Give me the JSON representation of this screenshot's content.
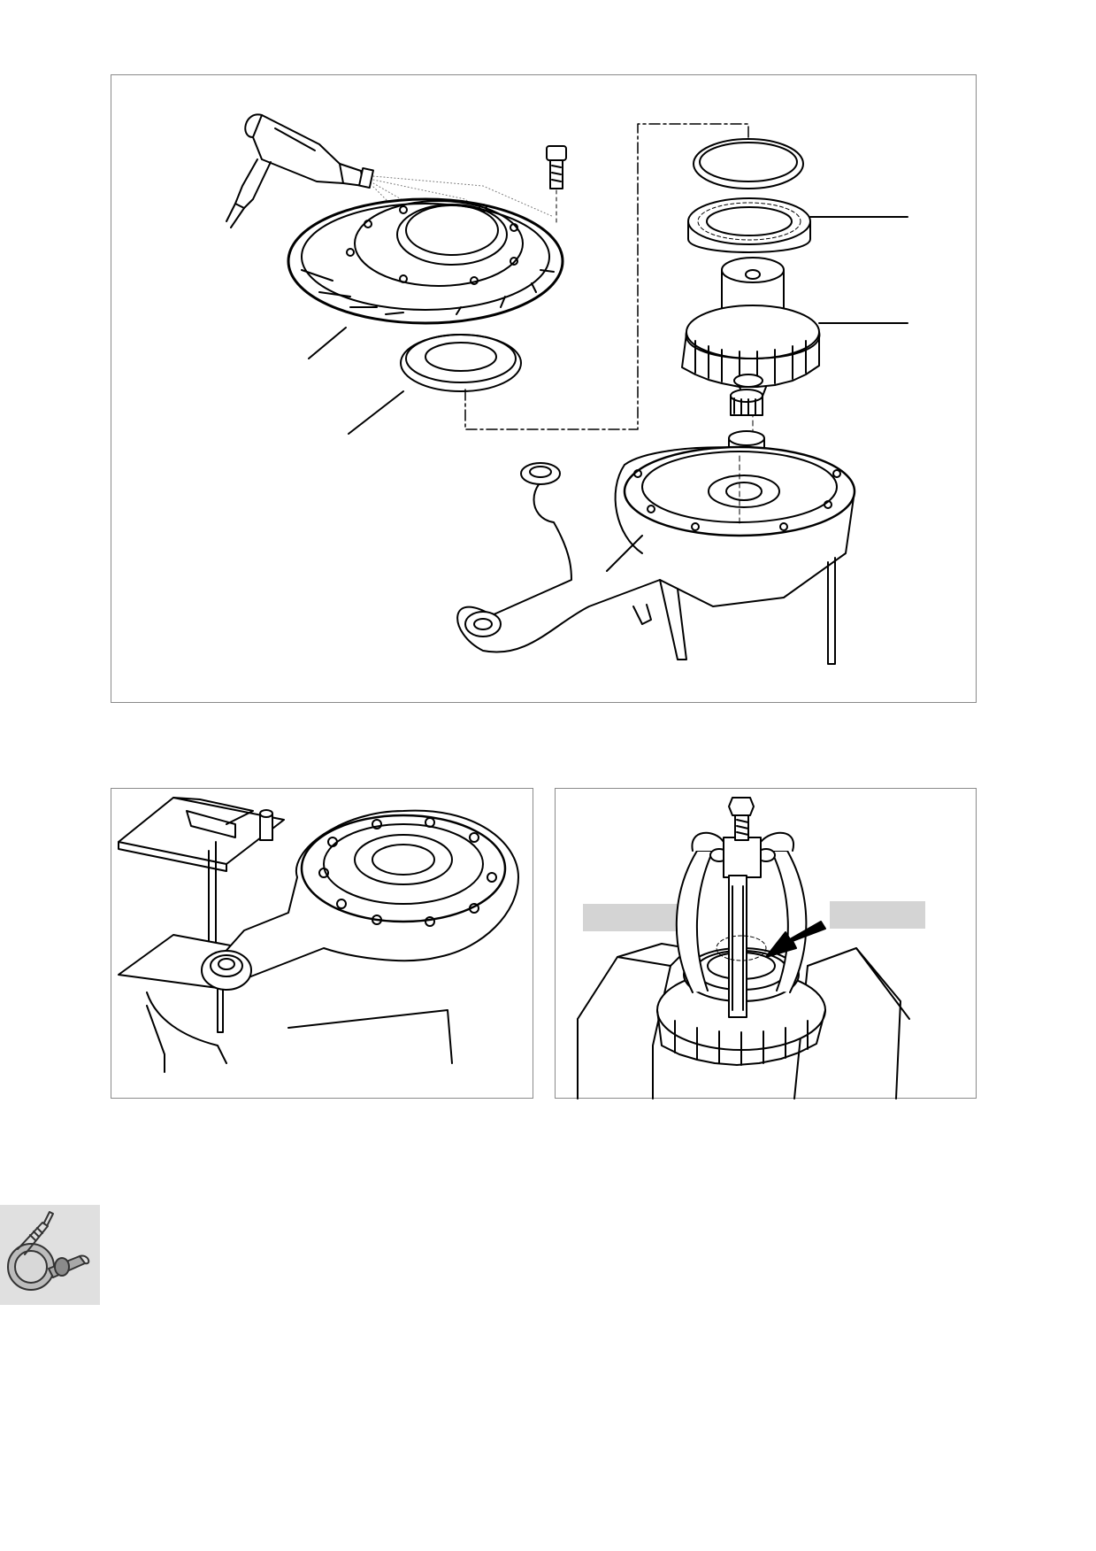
{
  "page": {
    "figures": [
      {
        "id": "exploded-view",
        "description_visible": false
      },
      {
        "id": "fixture-view",
        "description_visible": false
      },
      {
        "id": "puller-view",
        "description_visible": false
      }
    ],
    "side_tab": {
      "icon": "repair-tool-icon"
    },
    "colors": {
      "line": "#000000",
      "frame": "#8a8a8a",
      "label_blank": "#d4d4d4",
      "tab_bg": "#e0e0e0"
    }
  }
}
